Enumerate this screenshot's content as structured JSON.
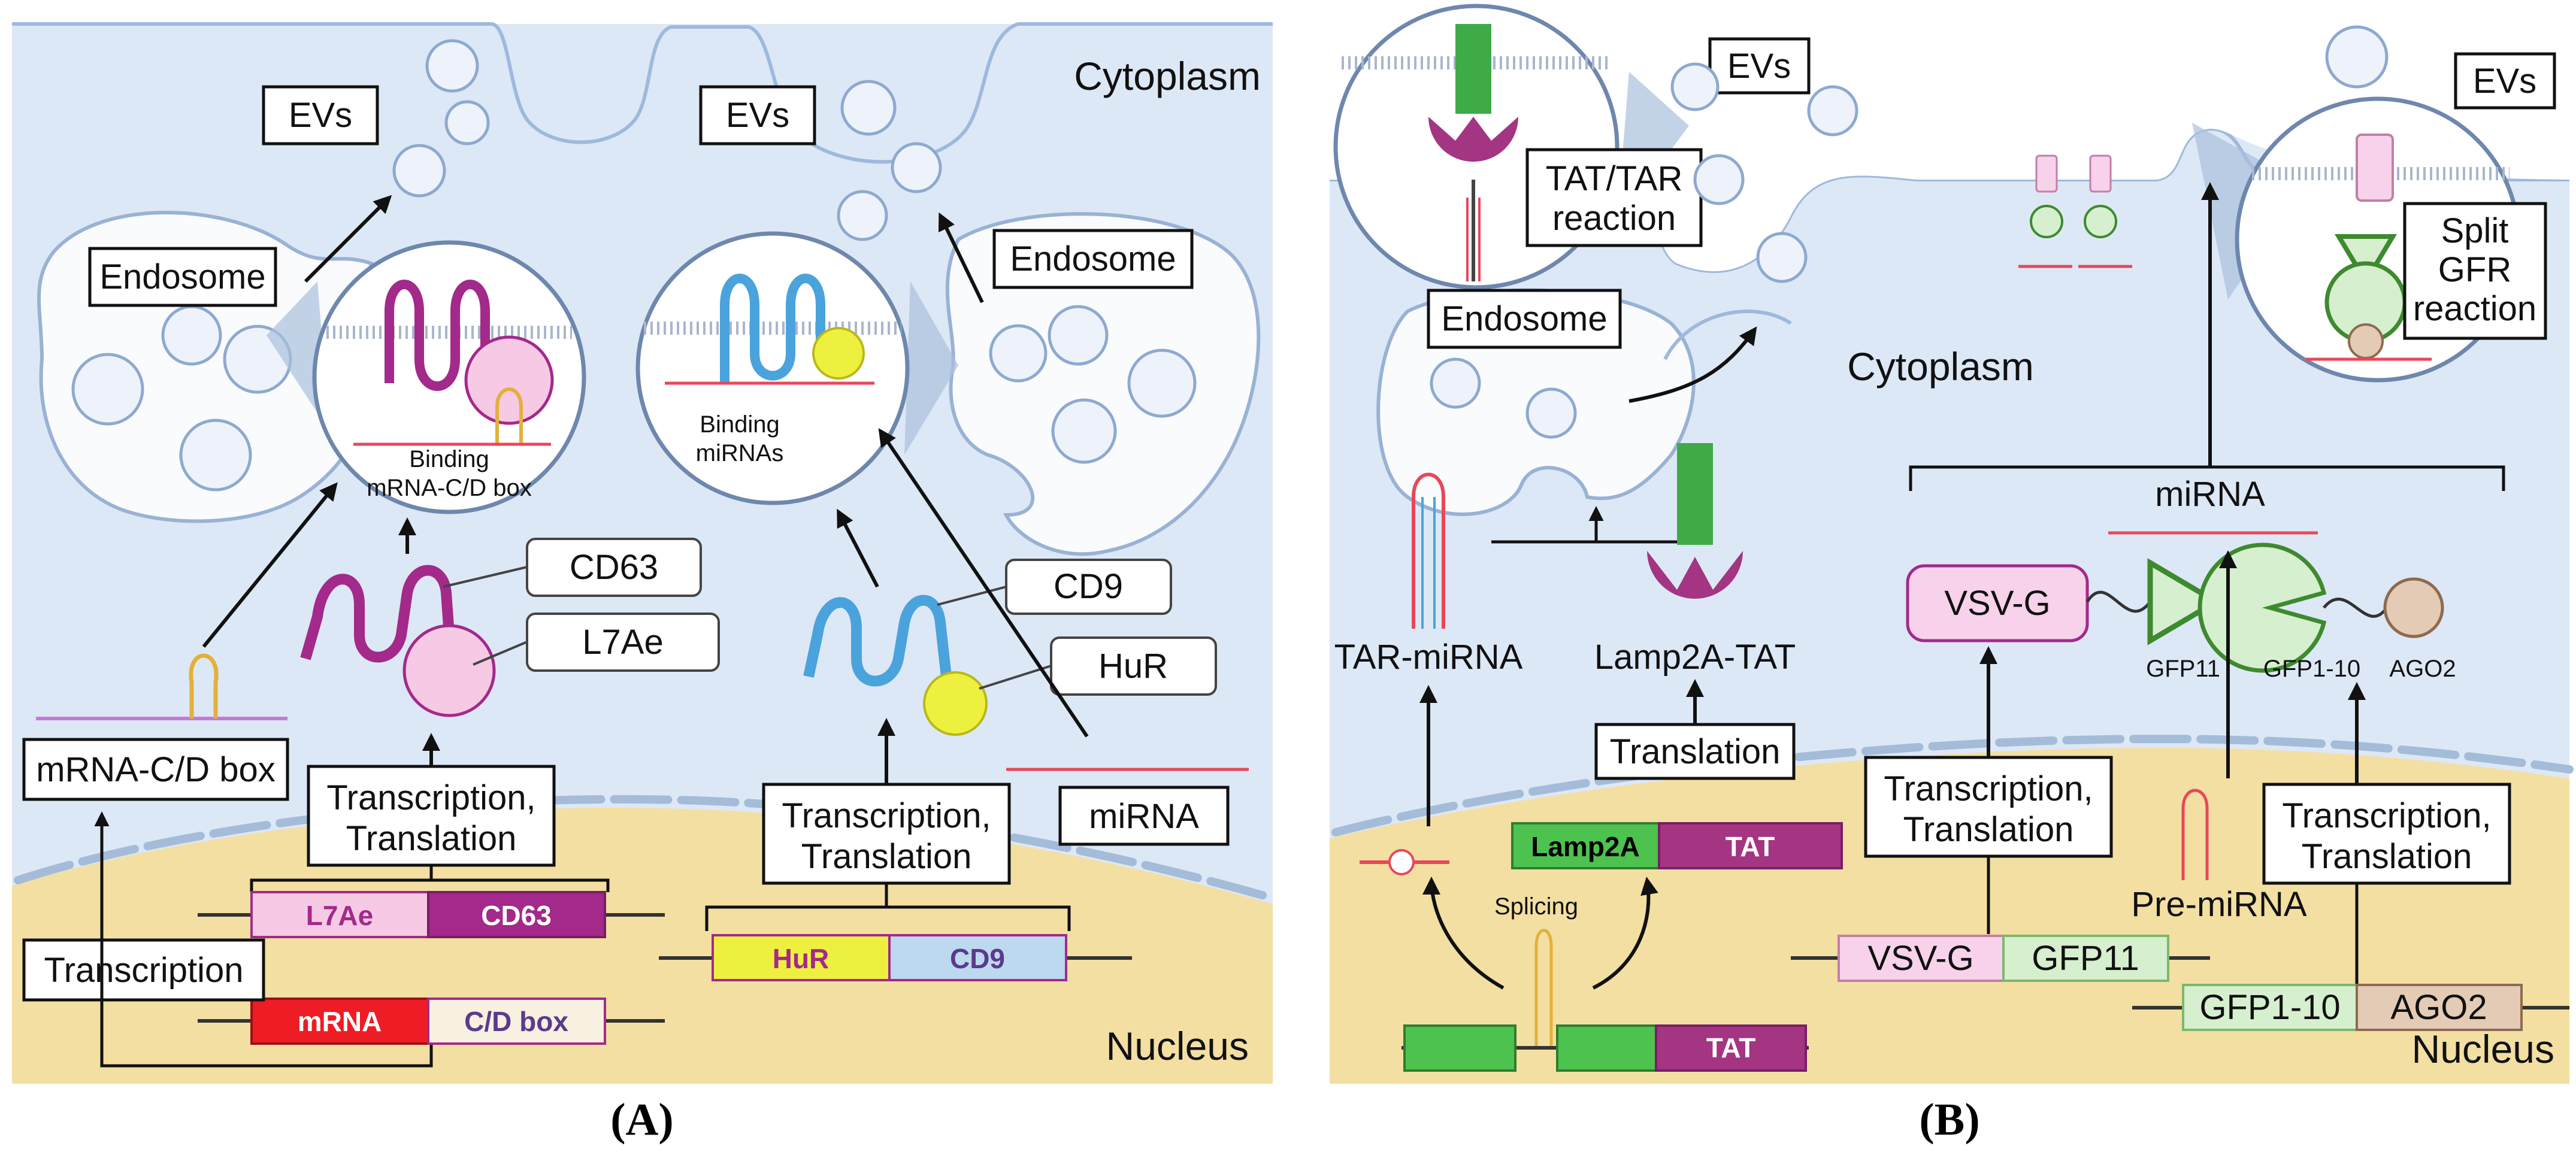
{
  "panel_a": {
    "caption": "(A)",
    "cytoplasm": "Cytoplasm",
    "nucleus": "Nucleus",
    "evs_left": "EVs",
    "evs_right": "EVs",
    "endosome_left": "Endosome",
    "endosome_right": "Endosome",
    "binding_mrna_line1": "Binding",
    "binding_mrna_line2": "mRNA-C/D box",
    "binding_mirna_line1": "Binding",
    "binding_mirna_line2": "miRNAs",
    "cd63": "CD63",
    "l7ae": "L7Ae",
    "cd9": "CD9",
    "hur": "HuR",
    "mirna": "miRNA",
    "mrna_cd_box": "mRNA-C/D box",
    "transcription_translation_line1": "Transcription,",
    "transcription_translation_line2": "Translation",
    "transcription_translation2_line1": "Transcription,",
    "transcription_translation2_line2": "Translation",
    "transcription": "Transcription",
    "gene_l7ae": "L7Ae",
    "gene_cd63": "CD63",
    "gene_mrna": "mRNA",
    "gene_cd_box": "C/D box",
    "gene_hur": "HuR",
    "gene_cd9": "CD9"
  },
  "panel_b": {
    "caption": "(B)",
    "cytoplasm": "Cytoplasm",
    "nucleus": "Nucleus",
    "evs_left": "EVs",
    "evs_right": "EVs",
    "tat_tar_line1": "TAT/TAR",
    "tat_tar_line2": "reaction",
    "endosome": "Endosome",
    "split_gfr_line1": "Split",
    "split_gfr_line2": "GFR",
    "split_gfr_line3": "reaction",
    "mirna": "miRNA",
    "tar_mirna": "TAR-miRNA",
    "lamp2a_tat": "Lamp2A-TAT",
    "vsvg": "VSV-G",
    "gfp11": "GFP11",
    "gfp1_10": "GFP1-10",
    "ago2": "AGO2",
    "translation": "Translation",
    "transcription_translation_line1": "Transcription,",
    "transcription_translation_line2": "Translation",
    "transcription_translation2_line1": "Transcription,",
    "transcription_translation2_line2": "Translation",
    "splicing": "Splicing",
    "pre_mirna": "Pre-miRNA",
    "gene_lamp2a": "Lamp2A",
    "gene_tat": "TAT",
    "gene_tat2": "TAT",
    "gene_vsvg": "VSV-G",
    "gene_gfp11": "GFP11",
    "gene_gfp1_10": "GFP1-10",
    "gene_ago2": "AGO2"
  },
  "colors": {
    "cytoplasm": "#dde8f6",
    "nucleus": "#f3dfa2",
    "cd63": "#a3298a",
    "l7ae": "#f6c9e4",
    "cd9": "#4aa3dc",
    "hur": "#eef040",
    "mirna": "#e8475a",
    "lamp2a": "#4ec24e",
    "tat": "#a33583",
    "vsvg": "#f7d2ea",
    "gfp": "#d6efcf",
    "ago2": "#e3cbb6"
  }
}
